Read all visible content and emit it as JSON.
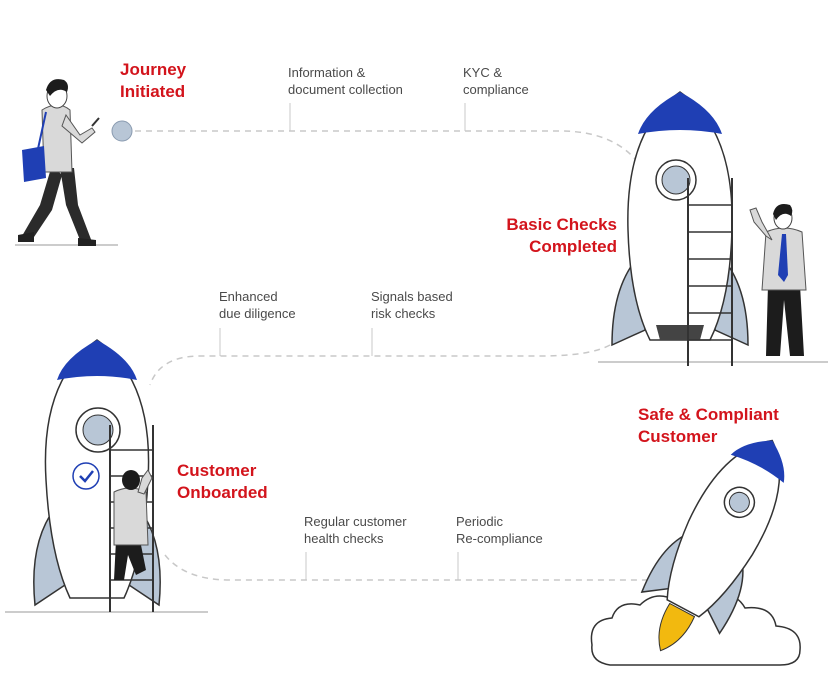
{
  "milestones": {
    "journey_initiated": [
      "Journey",
      "Initiated"
    ],
    "basic_checks_completed": [
      "Basic Checks",
      "Completed"
    ],
    "customer_onboarded": [
      "Customer",
      "Onboarded"
    ],
    "safe_compliant_customer": [
      "Safe & Compliant",
      "Customer"
    ]
  },
  "steps": {
    "info_collection": [
      "Information &",
      "document collection"
    ],
    "kyc_compliance": [
      "KYC &",
      "compliance"
    ],
    "enhanced_due_diligence": [
      "Enhanced",
      "due diligence"
    ],
    "signals_risk_checks": [
      "Signals based",
      "risk checks"
    ],
    "regular_health_checks": [
      "Regular customer",
      "health checks"
    ],
    "periodic_recompliance": [
      "Periodic",
      "Re-compliance"
    ]
  },
  "colors": {
    "milestone_red": "#d3141c",
    "rocket_blue": "#1f3fb4",
    "window_gray_blue": "#b8c6d6",
    "flame_yellow": "#f2b90f",
    "path_gray": "#c8c8c8"
  }
}
